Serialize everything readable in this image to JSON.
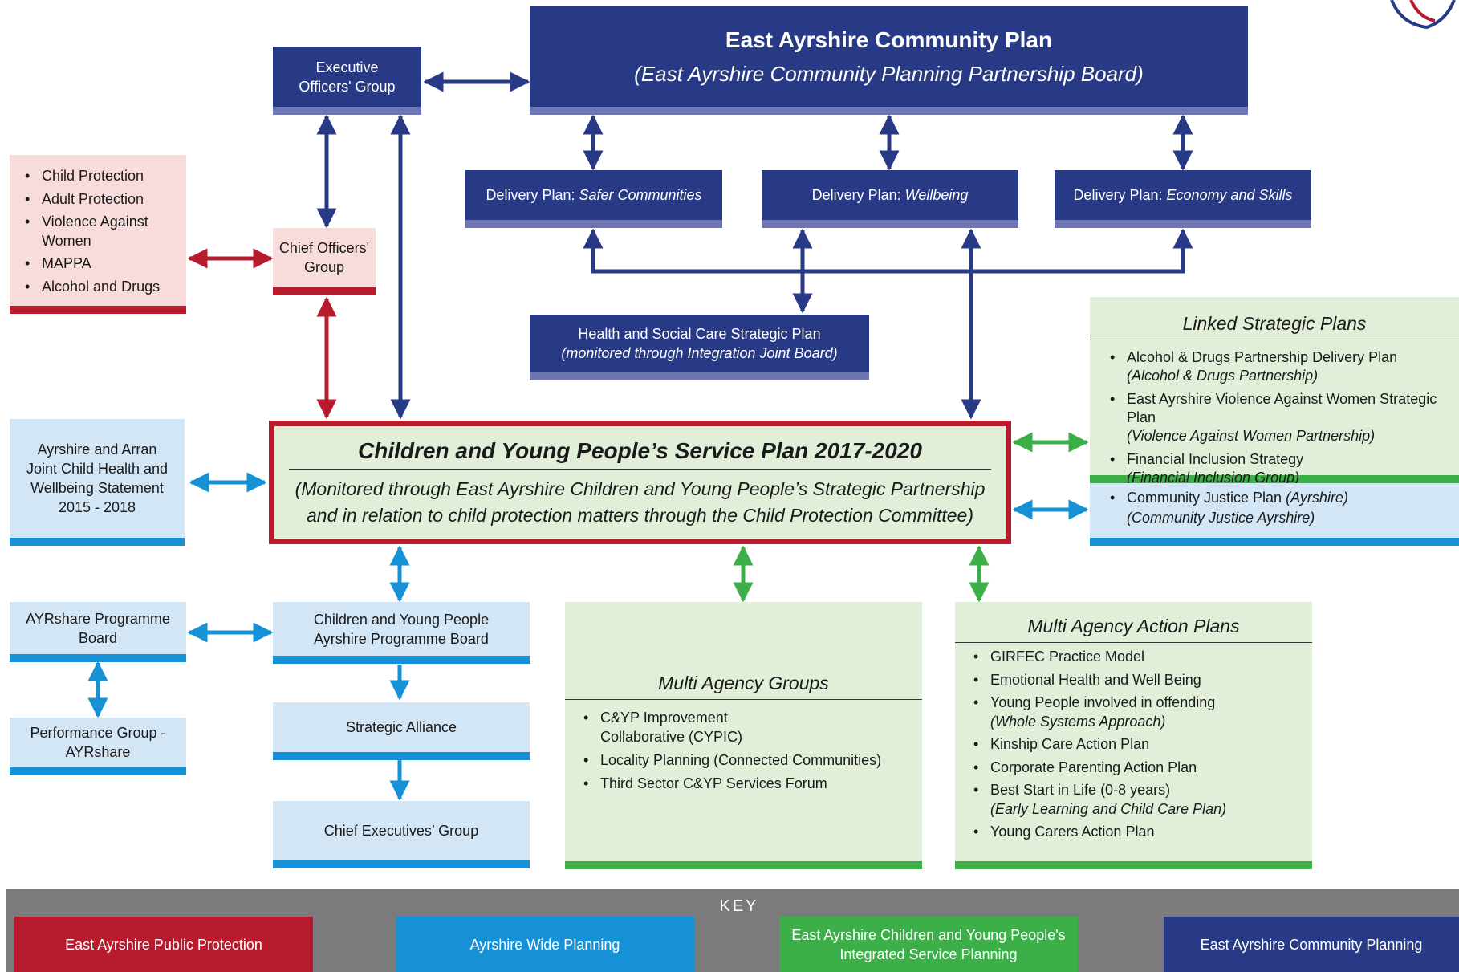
{
  "community_plan": {
    "title": "East Ayrshire Community Plan",
    "subtitle": "(East Ayrshire Community Planning Partnership Board)"
  },
  "executive_officers": {
    "line1": "Executive",
    "line2": "Officers' Group"
  },
  "delivery_plans": [
    {
      "prefix": "Delivery Plan: ",
      "name": "Safer Communities"
    },
    {
      "prefix": "Delivery Plan: ",
      "name": "Wellbeing"
    },
    {
      "prefix": "Delivery Plan: ",
      "name": "Economy and Skills"
    }
  ],
  "public_protection_list": [
    "Child Protection",
    "Adult Protection",
    "Violence Against Women",
    "MAPPA",
    "Alcohol and Drugs"
  ],
  "chief_officers": {
    "line1": "Chief Officers'",
    "line2": "Group"
  },
  "health_social_care": {
    "title": "Health and Social Care Strategic Plan",
    "subtitle": "(monitored through Integration Joint Board)"
  },
  "linked_plans": {
    "heading": "Linked Strategic Plans",
    "items": [
      {
        "text": "Alcohol & Drugs Partnership Delivery Plan",
        "sub": "(Alcohol & Drugs Partnership)"
      },
      {
        "text": "East Ayrshire Violence Against Women Strategic Plan",
        "sub": "(Violence Against Women Partnership)"
      },
      {
        "text": "Financial Inclusion Strategy",
        "sub": "(Financial Inclusion Group)"
      }
    ]
  },
  "community_justice": {
    "text": "Community Justice Plan",
    "qualifier": "(Ayrshire)",
    "sub": "(Community Justice Ayrshire)"
  },
  "ayrshire_arran": {
    "line1": "Ayrshire and Arran",
    "line2": "Joint Child Health and",
    "line3": "Wellbeing Statement",
    "line4": "2015 - 2018"
  },
  "service_plan": {
    "title": "Children and Young People’s Service Plan 2017-2020",
    "subtitle_line1": "(Monitored through East Ayrshire Children and Young People’s Strategic Partnership",
    "subtitle_line2": "and in relation to child protection matters through the Child Protection Committee)"
  },
  "ayrshare_board": {
    "line1": "AYRshare Programme",
    "line2": "Board"
  },
  "performance_group": {
    "line1": "Performance Group -",
    "line2": "AYRshare"
  },
  "cyp_board": {
    "line1": "Children and Young People",
    "line2": "Ayrshire Programme Board"
  },
  "strategic_alliance": "Strategic Alliance",
  "chief_executives": "Chief Executives’ Group",
  "multi_agency_groups": {
    "heading": "Multi Agency Groups",
    "items": [
      {
        "text": "C&YP Improvement Collaborative (CYPIC)"
      },
      {
        "text": "Locality Planning (Connected Communities)"
      },
      {
        "text": "Third Sector C&YP Services Forum"
      }
    ]
  },
  "action_plans": {
    "heading": "Multi Agency Action Plans",
    "items": [
      {
        "text": "GIRFEC Practice Model",
        "sub": ""
      },
      {
        "text": "Emotional Health and Well Being",
        "sub": ""
      },
      {
        "text": "Young People involved in offending",
        "sub": "(Whole Systems Approach)"
      },
      {
        "text": "Kinship Care Action Plan",
        "sub": ""
      },
      {
        "text": "Corporate Parenting Action Plan",
        "sub": ""
      },
      {
        "text": "Best Start in Life (0-8 years)",
        "sub": "(Early Learning and Child Care Plan)"
      },
      {
        "text": "Young Carers Action Plan",
        "sub": ""
      }
    ]
  },
  "key": {
    "title": "KEY",
    "items": [
      {
        "line1": "East Ayrshire Public Protection",
        "line2": ""
      },
      {
        "line1": "Ayrshire Wide Planning",
        "line2": ""
      },
      {
        "line1": "East Ayrshire Children and Young People's",
        "line2": "Integrated Service Planning"
      },
      {
        "line1": "East Ayrshire Community Planning",
        "line2": ""
      }
    ]
  },
  "colors": {
    "navy": "#283a86",
    "red": "#b71c2e",
    "blue": "#1691d6",
    "green": "#3daf49",
    "key_bg": "#7b7b7d"
  }
}
